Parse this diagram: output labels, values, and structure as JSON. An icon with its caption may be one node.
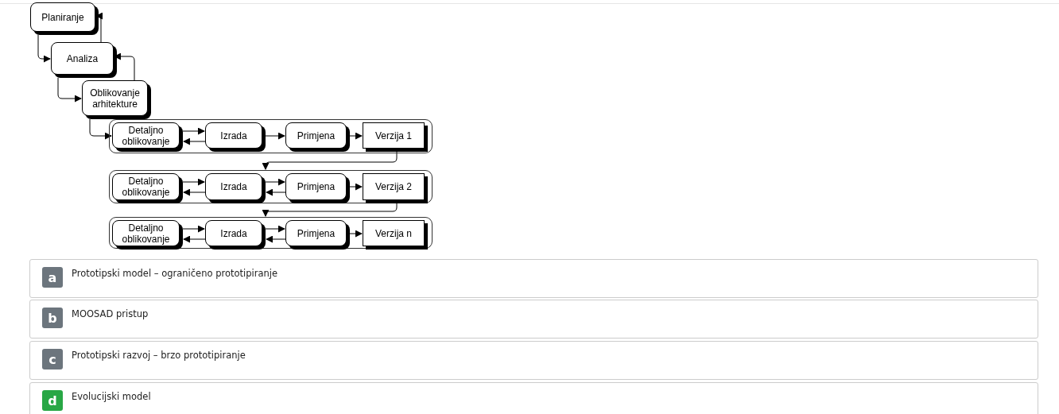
{
  "diagram": {
    "nodes": [
      {
        "text": [
          "Planiranje"
        ]
      },
      {
        "text": [
          "Analiza"
        ]
      },
      {
        "text": [
          "Oblikovanje arhitekture"
        ]
      },
      {
        "text": [],
        "shape": "box"
      },
      {
        "text": [
          "Detaljno oblikovanje"
        ],
        "in": 3
      },
      {
        "text": [
          "Izrada"
        ],
        "in": 3
      },
      {
        "text": [
          "Primjena"
        ],
        "in": 3
      },
      {
        "text": [
          "Verzija 1"
        ],
        "in": 3
      },
      {
        "text": [],
        "shape": "box"
      },
      {
        "text": [
          "Detaljno oblikovanje"
        ],
        "in": 8
      },
      {
        "text": [
          "Izrada"
        ],
        "in": 8
      },
      {
        "text": [
          "Primjena"
        ],
        "in": 8
      },
      {
        "text": [
          "Verzija 2"
        ],
        "in": 8
      },
      {
        "text": [],
        "shape": "box"
      },
      {
        "text": [
          "Detaljno oblikovanje"
        ],
        "in": 13
      },
      {
        "text": [
          "Izrada"
        ],
        "in": 13
      },
      {
        "text": [
          "Primjena"
        ],
        "in": 13
      },
      {
        "text": [
          "Verzija n"
        ],
        "in": 13
      }
    ],
    "edges": [
      {
        "from": 0,
        "to": 1,
        "arrow": "to"
      },
      {
        "from": 1,
        "to": 0,
        "arrow": "to"
      },
      {
        "from": 1,
        "to": 2,
        "arrow": "to"
      },
      {
        "from": 2,
        "to": 1,
        "arrow": "to"
      },
      {
        "from": 2,
        "to": 4,
        "arrow": "to"
      },
      {
        "from": 4,
        "to": 5,
        "arrow": "to"
      },
      {
        "from": 5,
        "to": 4,
        "arrow": "to"
      },
      {
        "from": 5,
        "to": 6,
        "arrow": "to"
      },
      {
        "from": 6,
        "to": 7,
        "arrow": "to"
      },
      {
        "from": 7,
        "to": 8,
        "arrow": "to"
      },
      {
        "from": 9,
        "to": 10,
        "arrow": "to"
      },
      {
        "from": 10,
        "to": 9,
        "arrow": "to"
      },
      {
        "from": 10,
        "to": 11,
        "arrow": "to"
      },
      {
        "from": 11,
        "to": 10,
        "arrow": "to"
      },
      {
        "from": 11,
        "to": 12,
        "arrow": "to"
      },
      {
        "from": 12,
        "to": 13,
        "arrow": "to"
      },
      {
        "from": 14,
        "to": 15,
        "arrow": "to"
      },
      {
        "from": 15,
        "to": 14,
        "arrow": "to"
      },
      {
        "from": 15,
        "to": 16,
        "arrow": "to"
      },
      {
        "from": 16,
        "to": 15,
        "arrow": "to"
      },
      {
        "from": 16,
        "to": 17,
        "arrow": "to"
      }
    ],
    "labels": [
      "a",
      "Prototipski model – ograničeno prototipiranje",
      "b",
      "MOOSAD pristup",
      "c",
      "Prototipski razvoj – brzo prototipiranje",
      "d",
      "Evolucijski model"
    ]
  }
}
